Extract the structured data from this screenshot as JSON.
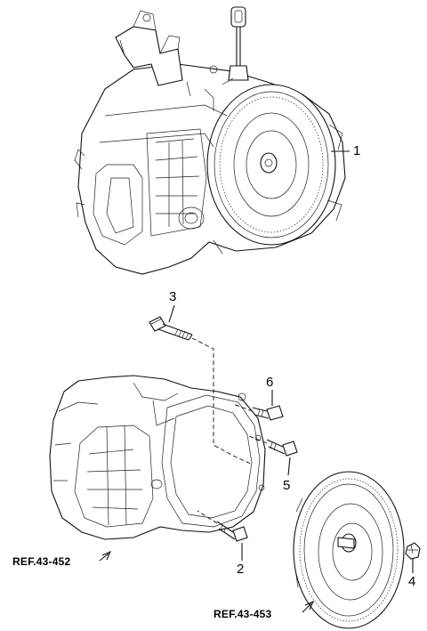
{
  "callouts": {
    "c1": "1",
    "c2": "2",
    "c3": "3",
    "c4": "4",
    "c5": "5",
    "c6": "6"
  },
  "references": {
    "ref_transaxle_case": "REF.43-452",
    "ref_torque_converter": "REF.43-453"
  },
  "colors": {
    "line": "#111111",
    "background": "#ffffff"
  }
}
